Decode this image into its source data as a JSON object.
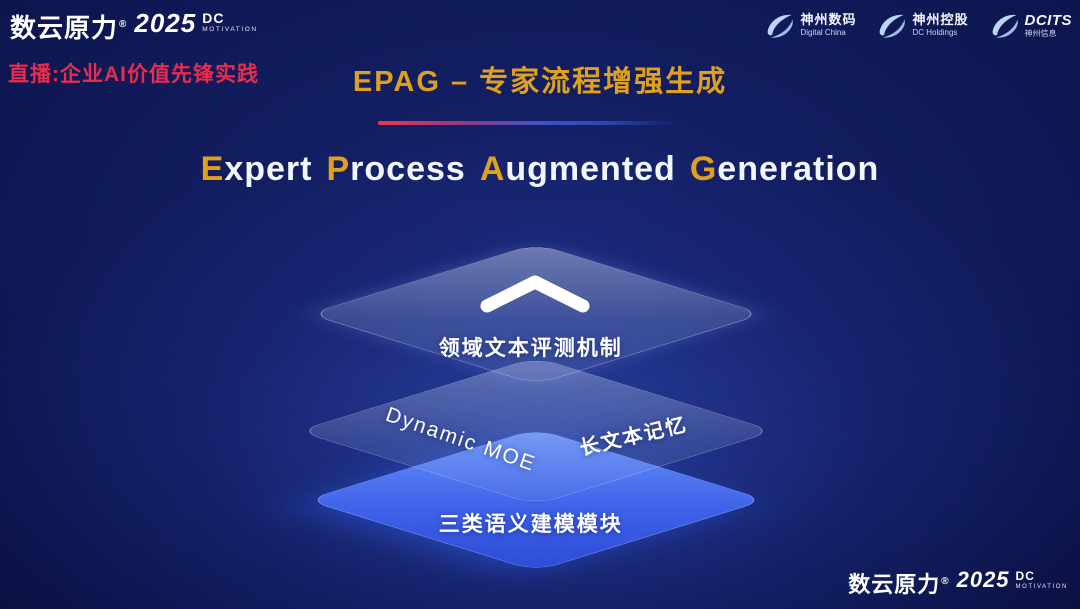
{
  "colors": {
    "gold_accent": "#dfa01e",
    "live_red": "#e82c4d",
    "bottom_layer_blue": "#3f63ea",
    "background_navy": "#0c1346"
  },
  "brand_top": {
    "name": "数云原力",
    "reg": "®",
    "year": "2025",
    "dc": "DC",
    "motivation": "MOTIVATION"
  },
  "live_label": "直播:企业AI价值先锋实践",
  "title": "EPAG – 专家流程增强生成",
  "partners": [
    {
      "cn": "神州数码",
      "en": "Digital China"
    },
    {
      "cn": "神州控股",
      "en": "DC Holdings"
    },
    {
      "cn": "DCITS",
      "en": "神州信息"
    }
  ],
  "subtitle": [
    {
      "head": "E",
      "rest": "xpert"
    },
    {
      "head": "P",
      "rest": "rocess"
    },
    {
      "head": "A",
      "rest": "ugmented"
    },
    {
      "head": "G",
      "rest": "eneration"
    }
  ],
  "diagram": {
    "top_layer_label": "领域文本评测机制",
    "middle_layer_label_left": "Dynamic MOE",
    "middle_layer_label_right": "长文本记忆",
    "bottom_layer_label": "三类语义建模模块"
  },
  "brand_bottom": {
    "name": "数云原力",
    "reg": "®",
    "year": "2025",
    "dc": "DC",
    "motivation": "MOTIVATION"
  }
}
